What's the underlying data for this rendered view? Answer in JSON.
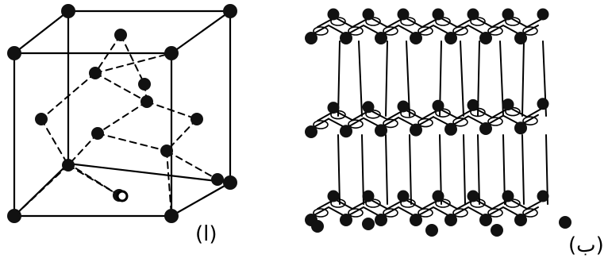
{
  "figure": {
    "panel_a": {
      "label": "(ا)",
      "structure": "diamond-cubic-lattice"
    },
    "panel_b": {
      "label": "(ب)",
      "structure": "hexagonal-layered-lattice"
    },
    "colors": {
      "atom": "#111111",
      "bond": "#000000",
      "hex_ring_shading": "#bdbdbd"
    }
  }
}
